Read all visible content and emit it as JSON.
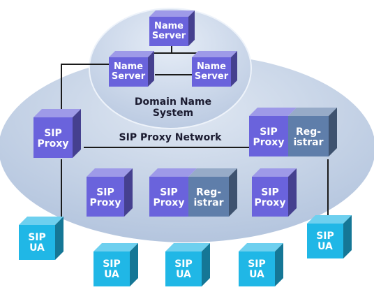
{
  "diagram": {
    "dns_label_line1": "Domain Name",
    "dns_label_line2": "System",
    "network_label": "SIP Proxy Network",
    "name_server_line1": "Name",
    "name_server_line2": "Server",
    "proxy_line1": "SIP",
    "proxy_line2": "Proxy",
    "registrar_line1": "Reg-",
    "registrar_line2": "istrar",
    "ua_line1": "SIP",
    "ua_line2": "UA"
  },
  "colors": {
    "page_background": "#ffffff",
    "network_ellipse": "#bccbe0",
    "dns_ellipse": "#c9d6e8",
    "proxy_box": "#6a63dc",
    "registrar_box": "#5f7eaa",
    "ua_box": "#20b7e6",
    "box_text": "#ffffff",
    "label_text": "#1b1b30",
    "lines": "#1a1a1a"
  }
}
